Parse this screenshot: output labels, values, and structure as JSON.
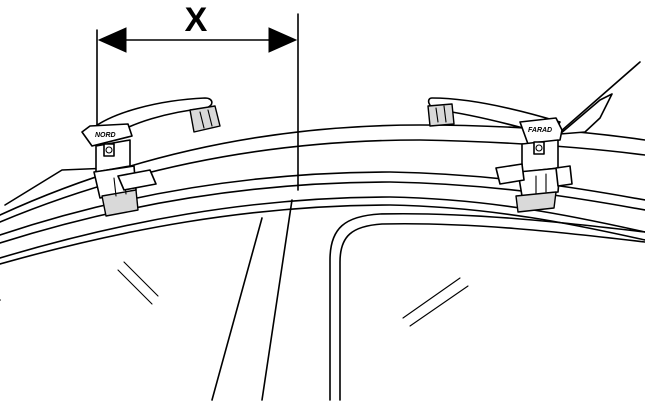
{
  "dimension": {
    "label": "X"
  },
  "carriers": [
    {
      "brand_text": "NORD"
    },
    {
      "brand_text": "FARAD"
    }
  ],
  "colors": {
    "line": "#000000",
    "background": "#ffffff"
  }
}
